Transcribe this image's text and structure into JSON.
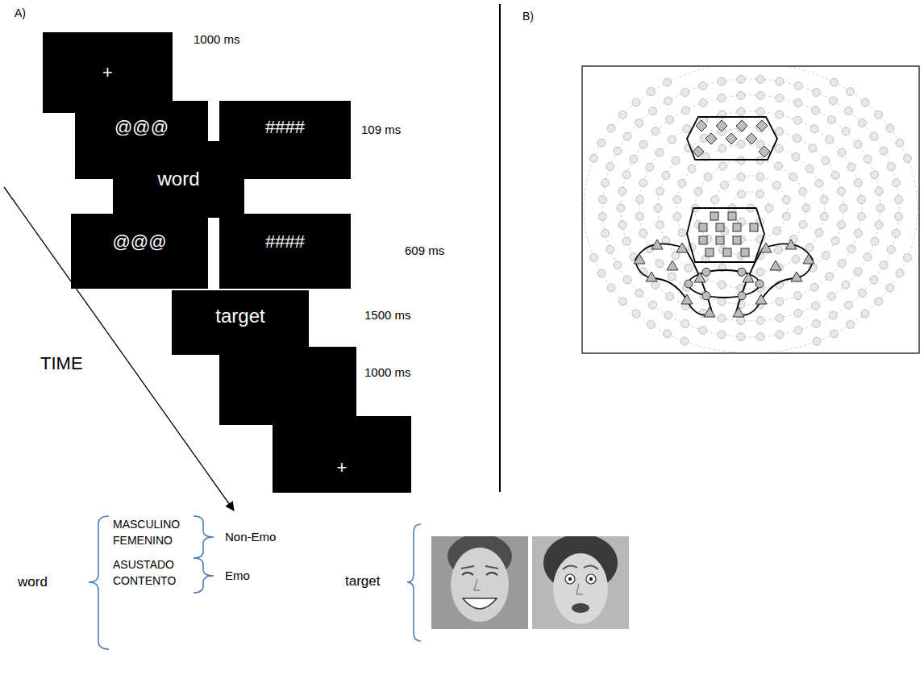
{
  "diagram": {
    "nodes": [
      {
        "text": [
          "+"
        ]
      },
      {
        "text": [
          "@@@"
        ]
      },
      {
        "text": [
          "####"
        ]
      },
      {
        "text": [
          "word"
        ]
      },
      {
        "text": [
          "@@@"
        ]
      },
      {
        "text": [
          "####"
        ]
      },
      {
        "text": [
          "target"
        ]
      },
      {
        "text": [
          "+"
        ]
      }
    ],
    "labels": [
      "A)",
      "1000 ms",
      "109 ms",
      "609 ms",
      "1500 ms",
      "1000 ms",
      "TIME",
      "B)",
      "MASCULINO",
      "FEMENINO",
      "Non-Emo",
      "ASUSTADO",
      "CONTENTO",
      "Emo",
      "word",
      "target"
    ]
  }
}
